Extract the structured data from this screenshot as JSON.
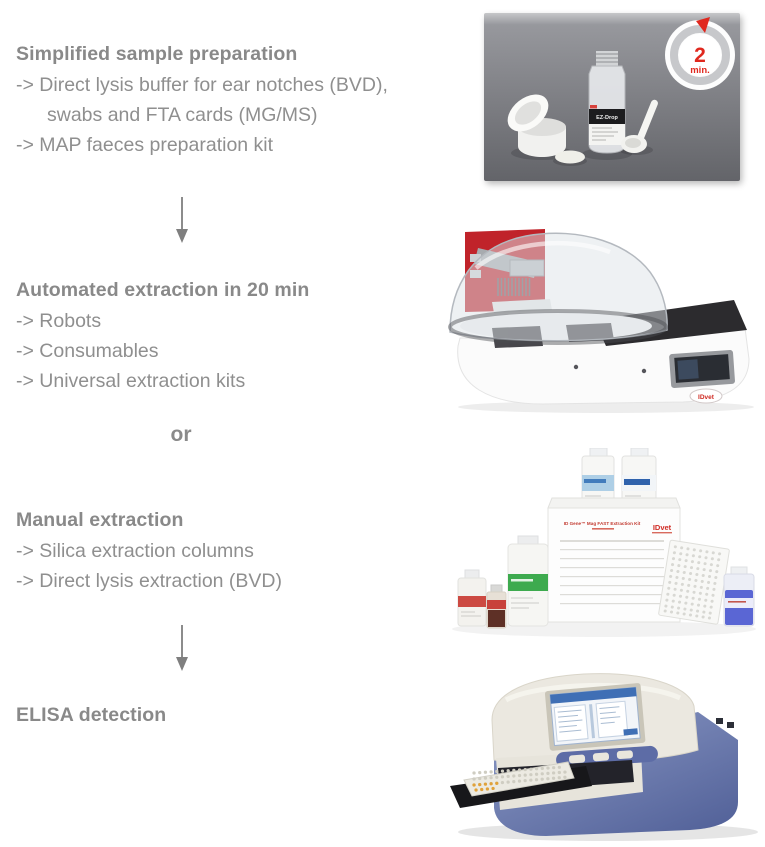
{
  "page": {
    "background": "#ffffff",
    "text_color": "#8b8b8b",
    "arrow_color": "#7f7f7f",
    "accent_red": "#e0281e"
  },
  "steps": [
    {
      "title": "Simplified sample preparation",
      "bullets": [
        "-> Direct lysis buffer for ear notches (BVD),",
        "swabs and FTA cards (MG/MS)",
        "-> MAP faeces preparation kit"
      ]
    },
    {
      "title": "Automated extraction in 20 min",
      "bullets": [
        "-> Robots",
        "-> Consumables",
        "-> Universal extraction kits"
      ]
    },
    {
      "title": "Manual extraction",
      "bullets": [
        "-> Silica extraction columns",
        "-> Direct lysis extraction (BVD)"
      ]
    },
    {
      "title": "ELISA detection",
      "bullets": []
    }
  ],
  "connectors": {
    "or_label": "or"
  },
  "figures": {
    "sample_prep": {
      "badge_value": "2",
      "badge_unit": "min.",
      "bottle_label": "EZ-Drop"
    },
    "robot": {
      "logo": "IDvet"
    },
    "kit": {
      "box_title": "ID Gene™ Mag FAST Extraction Kit",
      "logo": "IDvet"
    }
  }
}
